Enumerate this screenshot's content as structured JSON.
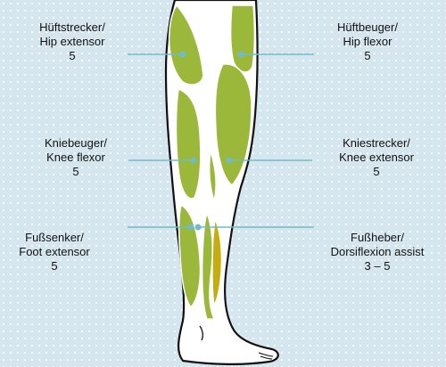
{
  "colors": {
    "background": "#d6e6ee",
    "muscle": "#9cb83a",
    "muscle_assist": "#c5ac10",
    "leg_outline": "#111111",
    "skin": "#ffffff",
    "leader_line": "#6fbcc8"
  },
  "labels": {
    "hip_extensor": {
      "line1": "Hüftstrecker/",
      "line2": "Hip extensor",
      "grade": "5"
    },
    "hip_flexor": {
      "line1": "Hüftbeuger/",
      "line2": "Hip flexor",
      "grade": "5"
    },
    "knee_flexor": {
      "line1": "Kniebeuger/",
      "line2": "Knee flexor",
      "grade": "5"
    },
    "knee_extensor": {
      "line1": "Kniestrecker/",
      "line2": "Knee extensor",
      "grade": "5"
    },
    "foot_extensor": {
      "line1": "Fußsenker/",
      "line2": "Foot extensor",
      "grade": "5"
    },
    "dorsiflexion": {
      "line1": "Fußheber/",
      "line2": "Dorsiflexion assist",
      "grade": "3 – 5"
    }
  }
}
